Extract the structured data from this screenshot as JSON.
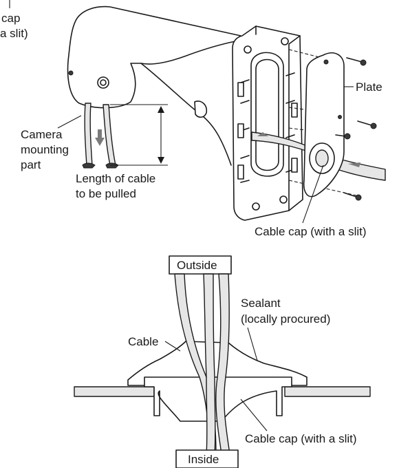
{
  "labels": {
    "top_left_cap": "cap",
    "top_left_slit": "a slit)",
    "camera_line1": "Camera",
    "camera_line2": "mounting",
    "camera_line3": "part",
    "length_line1": "Length of cable",
    "length_line2": "to be pulled",
    "plate": "Plate",
    "cable_cap_top": "Cable cap (with a slit)",
    "outside": "Outside",
    "sealant_line1": "Sealant",
    "sealant_line2": "(locally procured)",
    "cable": "Cable",
    "cable_cap_bottom": "Cable cap (with a slit)",
    "inside": "Inside"
  }
}
